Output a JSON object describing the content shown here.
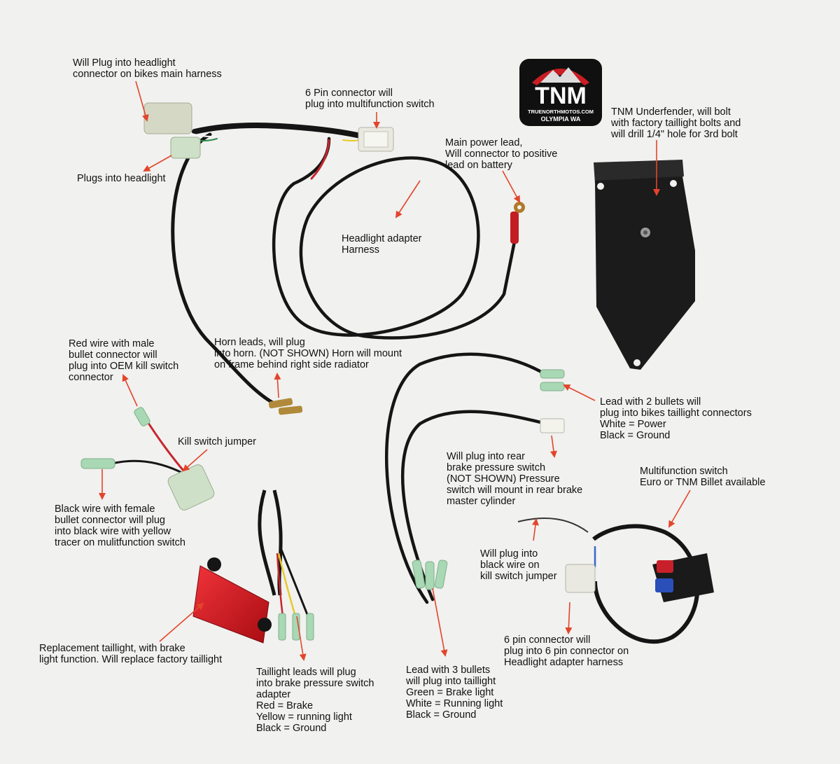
{
  "logo": {
    "brand": "TNM",
    "url": "TRUENORTHMOTOS.COM",
    "location": "OLYMPIA WA"
  },
  "colors": {
    "background": "#f1f1ef",
    "wire": "#151515",
    "arrow": "#e2452b",
    "taillight": "#d9151b",
    "bracket": "#1b1b1b",
    "connector": "#e4e4dc",
    "heatshrink": "#a9d8b4"
  },
  "labels": [
    {
      "id": "headlight-connector",
      "text": "Will Plug into headlight\nconnector on bikes main harness"
    },
    {
      "id": "six-pin-connector",
      "text": "6 Pin connector will\nplug into multifunction switch"
    },
    {
      "id": "plugs-into-headlight",
      "text": "Plugs into headlight"
    },
    {
      "id": "main-power-lead",
      "text": "Main power lead,\nWill connector to positive\nlead on battery"
    },
    {
      "id": "tnm-underfender",
      "text": "TNM Underfender, will bolt\nwith factory taillight bolts and\nwill drill 1/4\" hole for 3rd bolt"
    },
    {
      "id": "headlight-adapter-harness",
      "text": "Headlight adapter\nHarness"
    },
    {
      "id": "red-wire-male-bullet",
      "text": "Red wire with male\nbullet connector will\nplug into OEM kill switch\nconnector"
    },
    {
      "id": "horn-leads",
      "text": "Horn leads, will plug\ninto horn. (NOT SHOWN) Horn will mount\non frame behind right side radiator"
    },
    {
      "id": "lead-with-2-bullets",
      "text": "Lead with 2 bullets will\nplug into bikes taillight connectors\nWhite = Power\nBlack = Ground"
    },
    {
      "id": "kill-switch-jumper",
      "text": "Kill switch jumper"
    },
    {
      "id": "rear-brake-pressure-switch",
      "text": "Will plug into rear\nbrake pressure switch\n(NOT SHOWN) Pressure\nswitch will mount in rear brake\nmaster cylinder"
    },
    {
      "id": "multifunction-switch",
      "text": "Multifunction switch\nEuro or TNM Billet available"
    },
    {
      "id": "black-wire-female-bullet",
      "text": "Black wire with female\nbullet connector will plug\ninto black wire with yellow\ntracer on mulitfunction switch"
    },
    {
      "id": "black-wire-kill-switch",
      "text": "Will plug into\nblack wire on\nkill switch jumper"
    },
    {
      "id": "six-pin-to-adapter",
      "text": "6 pin connector will\nplug into 6 pin connector on\nHeadlight adapter harness"
    },
    {
      "id": "replacement-taillight",
      "text": "Replacement taillight, with brake\nlight function. Will replace factory taillight"
    },
    {
      "id": "taillight-leads",
      "text": "Taillight leads will plug\ninto brake pressure switch\nadapter\nRed = Brake\nYellow = running light\nBlack = Ground"
    },
    {
      "id": "lead-with-3-bullets",
      "text": "Lead with 3 bullets\nwill plug into taillight\nGreen = Brake light\nWhite = Running light\nBlack = Ground"
    }
  ]
}
